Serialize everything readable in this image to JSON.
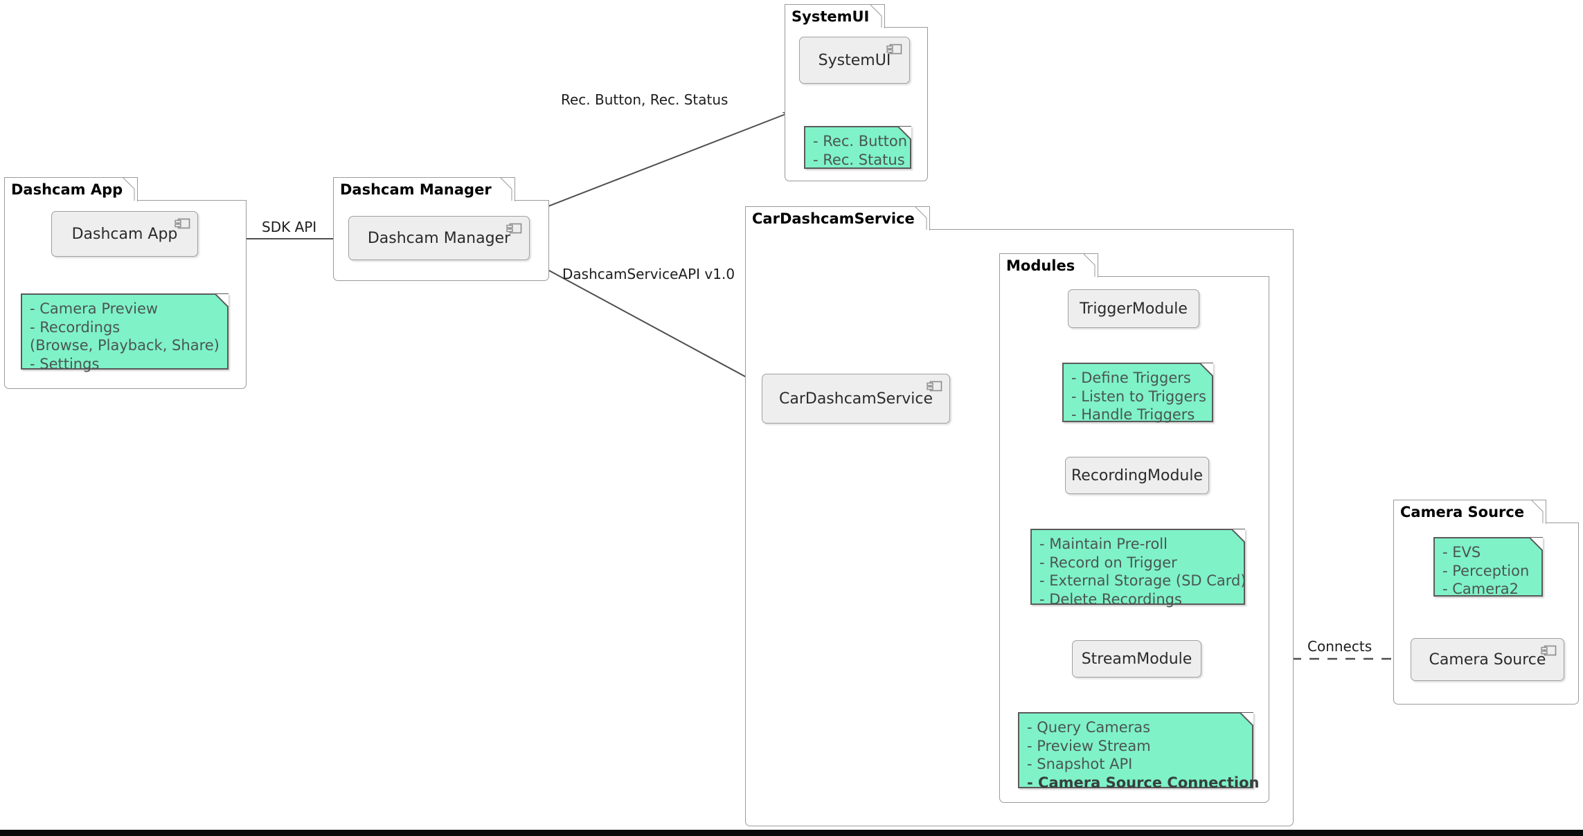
{
  "diagram": {
    "kind": "uml-component-diagram",
    "colors": {
      "note_fill": "#7FF2C8",
      "note_border": "#5a5a5a",
      "component_fill": "#eeeeee",
      "component_border": "#a0a0a0",
      "package_border": "#9a9a9a",
      "edge": "#4d4d4d",
      "background": "#ffffff"
    }
  },
  "packages": {
    "dashcam_app": {
      "title": "Dashcam App"
    },
    "dashcam_manager": {
      "title": "Dashcam Manager"
    },
    "system_ui": {
      "title": "SystemUI"
    },
    "car_service": {
      "title": "CarDashcamService"
    },
    "modules": {
      "title": "Modules"
    },
    "camera_source": {
      "title": "Camera Source"
    }
  },
  "components": {
    "dashcam_app": {
      "label": "Dashcam App",
      "icon": "uml-component-icon"
    },
    "dashcam_manager": {
      "label": "Dashcam Manager",
      "icon": "uml-component-icon"
    },
    "system_ui": {
      "label": "SystemUI",
      "icon": "uml-component-icon"
    },
    "car_dashcam_service": {
      "label": "CarDashcamService",
      "icon": "uml-component-icon"
    },
    "trigger_module": {
      "label": "TriggerModule",
      "icon": "none"
    },
    "recording_module": {
      "label": "RecordingModule",
      "icon": "none"
    },
    "stream_module": {
      "label": "StreamModule",
      "icon": "none"
    },
    "camera_source": {
      "label": "Camera Source",
      "icon": "uml-component-icon"
    }
  },
  "notes": {
    "dashcam_app": {
      "lines": [
        {
          "text": "- Camera Preview",
          "bold": false
        },
        {
          "text": "- Recordings",
          "bold": false
        },
        {
          "text": "  (Browse, Playback, Share)",
          "bold": false
        },
        {
          "text": "- Settings",
          "bold": false
        }
      ]
    },
    "system_ui": {
      "lines": [
        {
          "text": "- Rec. Button",
          "bold": false
        },
        {
          "text": "- Rec. Status",
          "bold": false
        }
      ]
    },
    "trigger_module": {
      "lines": [
        {
          "text": "- Define Triggers",
          "bold": false
        },
        {
          "text": "- Listen to Triggers",
          "bold": false
        },
        {
          "text": "- Handle Triggers",
          "bold": false
        }
      ]
    },
    "recording_module": {
      "lines": [
        {
          "text": "- Maintain Pre-roll",
          "bold": false
        },
        {
          "text": "- Record on Trigger",
          "bold": false
        },
        {
          "text": "- External Storage (SD Card)",
          "bold": false
        },
        {
          "text": "- Delete Recordings",
          "bold": false
        }
      ]
    },
    "stream_module": {
      "lines": [
        {
          "text": "- Query Cameras",
          "bold": false
        },
        {
          "text": "- Preview Stream",
          "bold": false
        },
        {
          "text": "- Snapshot API",
          "bold": false
        },
        {
          "text": "- Camera Source Connection",
          "bold": true
        }
      ]
    },
    "camera_source": {
      "lines": [
        {
          "text": "- EVS",
          "bold": false
        },
        {
          "text": "- Perception",
          "bold": false
        },
        {
          "text": "- Camera2",
          "bold": false
        }
      ]
    }
  },
  "edges": {
    "sdk_api": {
      "label": "SDK API"
    },
    "rec_button_status": {
      "label": "Rec. Button, Rec. Status"
    },
    "service_api": {
      "label": "DashcamServiceAPI v1.0"
    },
    "connects": {
      "label": "Connects"
    },
    "app_to_manager": {
      "label": ""
    },
    "manager_to_systemui": {
      "label": ""
    },
    "manager_to_service": {
      "label": ""
    },
    "service_to_trigger": {
      "label": ""
    },
    "service_to_recording": {
      "label": ""
    },
    "service_to_stream": {
      "label": ""
    }
  }
}
